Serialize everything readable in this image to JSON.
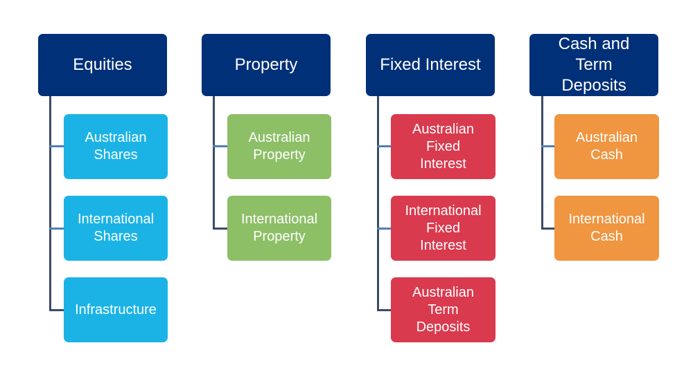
{
  "diagram": {
    "type": "hierarchy",
    "header_color": "#003078",
    "connector_color": "#3b4a66",
    "branch_color": "#4f7fb6",
    "categories": [
      {
        "title": "Equities",
        "color": "#1bb3e6",
        "children": [
          {
            "label": "Australian\nShares"
          },
          {
            "label": "International\nShares"
          },
          {
            "label": "Infrastructure"
          }
        ]
      },
      {
        "title": "Property",
        "color": "#8dbf67",
        "children": [
          {
            "label": "Australian\nProperty"
          },
          {
            "label": "International\nProperty"
          }
        ]
      },
      {
        "title": "Fixed Interest",
        "color": "#d93a4e",
        "children": [
          {
            "label": "Australian\nFixed\nInterest"
          },
          {
            "label": "International\nFixed\nInterest"
          },
          {
            "label": "Australian\nTerm\nDeposits"
          }
        ]
      },
      {
        "title": "Cash and\nTerm\nDeposits",
        "color": "#f09540",
        "children": [
          {
            "label": "Australian\nCash"
          },
          {
            "label": "International\nCash"
          }
        ]
      }
    ]
  }
}
